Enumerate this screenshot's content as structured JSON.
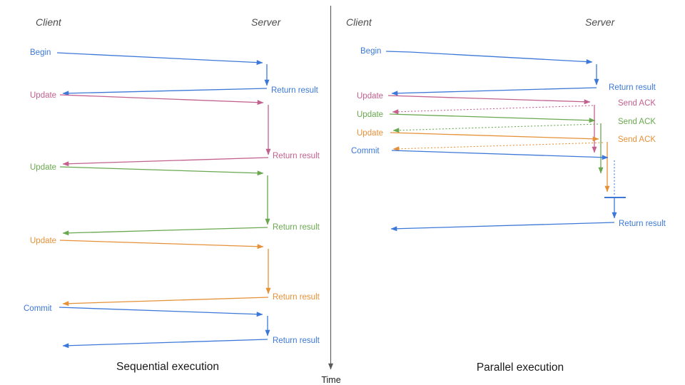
{
  "colors": {
    "blue": "#3c78d8",
    "pink": "#c2608e",
    "green": "#6aa84f",
    "orange": "#e69138",
    "axis": "#595959",
    "header": "#4d4d4d",
    "text": "#1a1a1a"
  },
  "time_axis": {
    "label": "Time"
  },
  "left": {
    "title": "Sequential execution",
    "client_header": "Client",
    "server_header": "Server",
    "messages": [
      {
        "label": "Begin",
        "response": "Return result"
      },
      {
        "label": "Update",
        "response": "Return result"
      },
      {
        "label": "Update",
        "response": "Return result"
      },
      {
        "label": "Update",
        "response": "Return result"
      },
      {
        "label": "Commit",
        "response": "Return result"
      }
    ]
  },
  "right": {
    "title": "Parallel execution",
    "client_header": "Client",
    "server_header": "Server",
    "messages": [
      {
        "label": "Begin",
        "response": "Return result"
      },
      {
        "label": "Update",
        "response": "Send ACK"
      },
      {
        "label": "Update",
        "response": "Send ACK"
      },
      {
        "label": "Update",
        "response": "Send ACK"
      },
      {
        "label": "Commit",
        "response": "Return result"
      }
    ]
  }
}
